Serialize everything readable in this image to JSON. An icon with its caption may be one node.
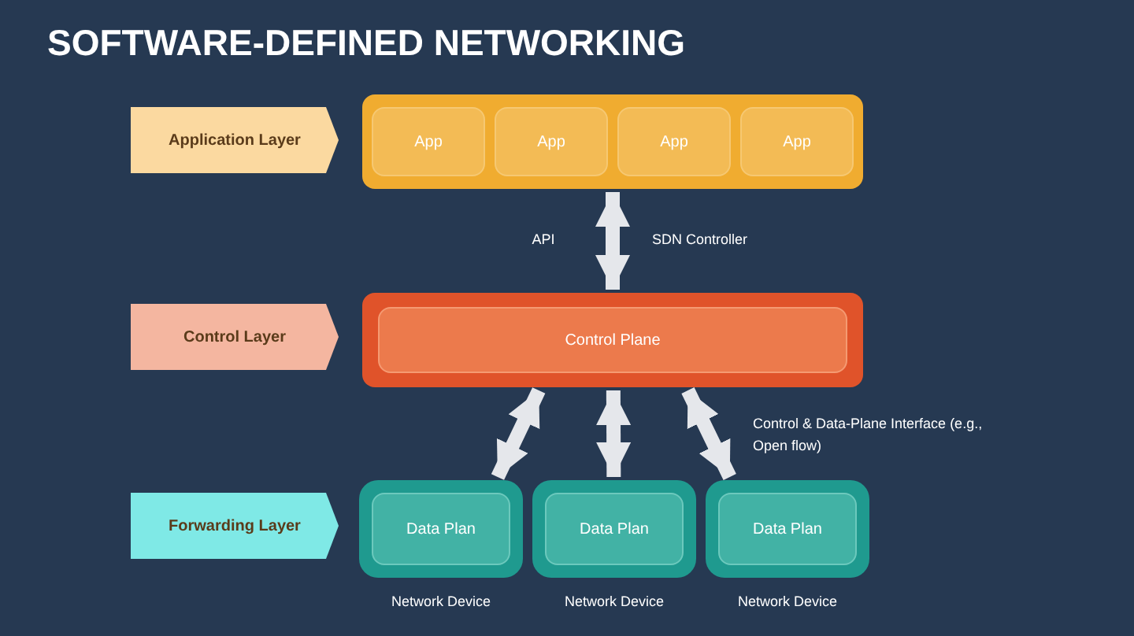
{
  "diagram": {
    "title": "SOFTWARE-DEFINED NETWORKING",
    "nodes": [
      {
        "text": [
          "Application Layer"
        ]
      },
      {
        "text": [],
        "shape": "box"
      },
      {
        "text": [
          "App"
        ],
        "in": 1
      },
      {
        "text": [
          "App"
        ],
        "in": 1
      },
      {
        "text": [
          "App"
        ],
        "in": 1
      },
      {
        "text": [
          "App"
        ],
        "in": 1
      },
      {
        "text": [
          "Control Layer"
        ]
      },
      {
        "text": [
          "Control Plane"
        ]
      },
      {
        "text": [
          "Forwarding Layer"
        ]
      },
      {
        "text": [
          "Data Plan"
        ],
        "beside": [
          "Network Device"
        ]
      },
      {
        "text": [
          "Data Plan"
        ],
        "beside": [
          "Network Device"
        ]
      },
      {
        "text": [
          "Data Plan"
        ],
        "beside": [
          "Network Device"
        ]
      }
    ],
    "edges": [
      {
        "from": 1,
        "to": 7,
        "arrow": "both"
      },
      {
        "from": 7,
        "to": 9,
        "arrow": "both"
      },
      {
        "from": 7,
        "to": 10,
        "arrow": "both"
      },
      {
        "from": 7,
        "to": 11,
        "arrow": "both"
      }
    ],
    "labels": [
      "API",
      "SDN Controller",
      "Control & Data-Plane Interface (e.g., Open flow)"
    ]
  }
}
